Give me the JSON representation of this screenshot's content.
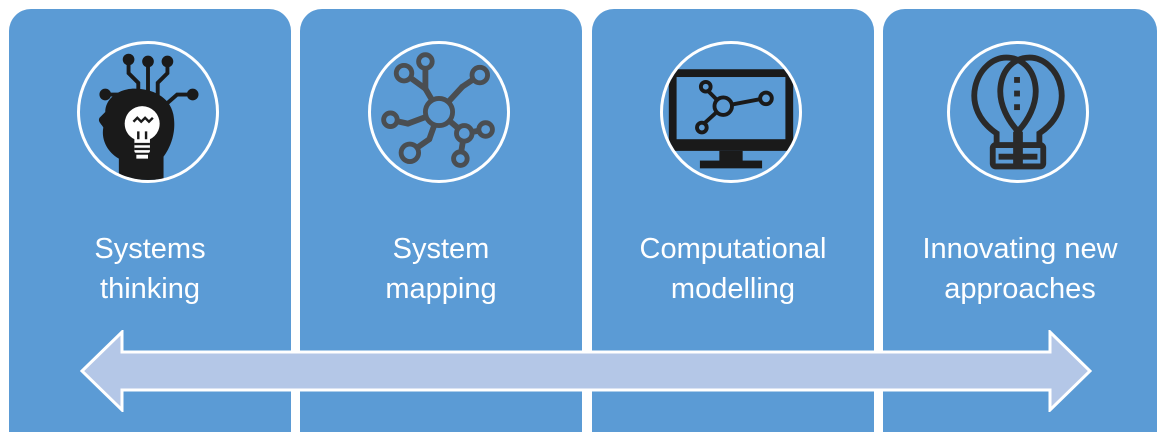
{
  "steps": [
    {
      "label": "Systems\nthinking",
      "icon": "head-lightbulb-circuit-icon"
    },
    {
      "label": "System\nmapping",
      "icon": "network-nodes-icon"
    },
    {
      "label": "Computational\nmodelling",
      "icon": "monitor-network-icon"
    },
    {
      "label": "Innovating new\napproaches",
      "icon": "twin-lightbulbs-icon"
    }
  ],
  "colors": {
    "panel": "#5b9bd5",
    "arrow_fill": "#b4c7e7",
    "arrow_stroke": "#ffffff",
    "icon_dark": "#1a1a1a",
    "icon_gray": "#4a4e52"
  },
  "arrow": {
    "direction": "bidirectional"
  }
}
